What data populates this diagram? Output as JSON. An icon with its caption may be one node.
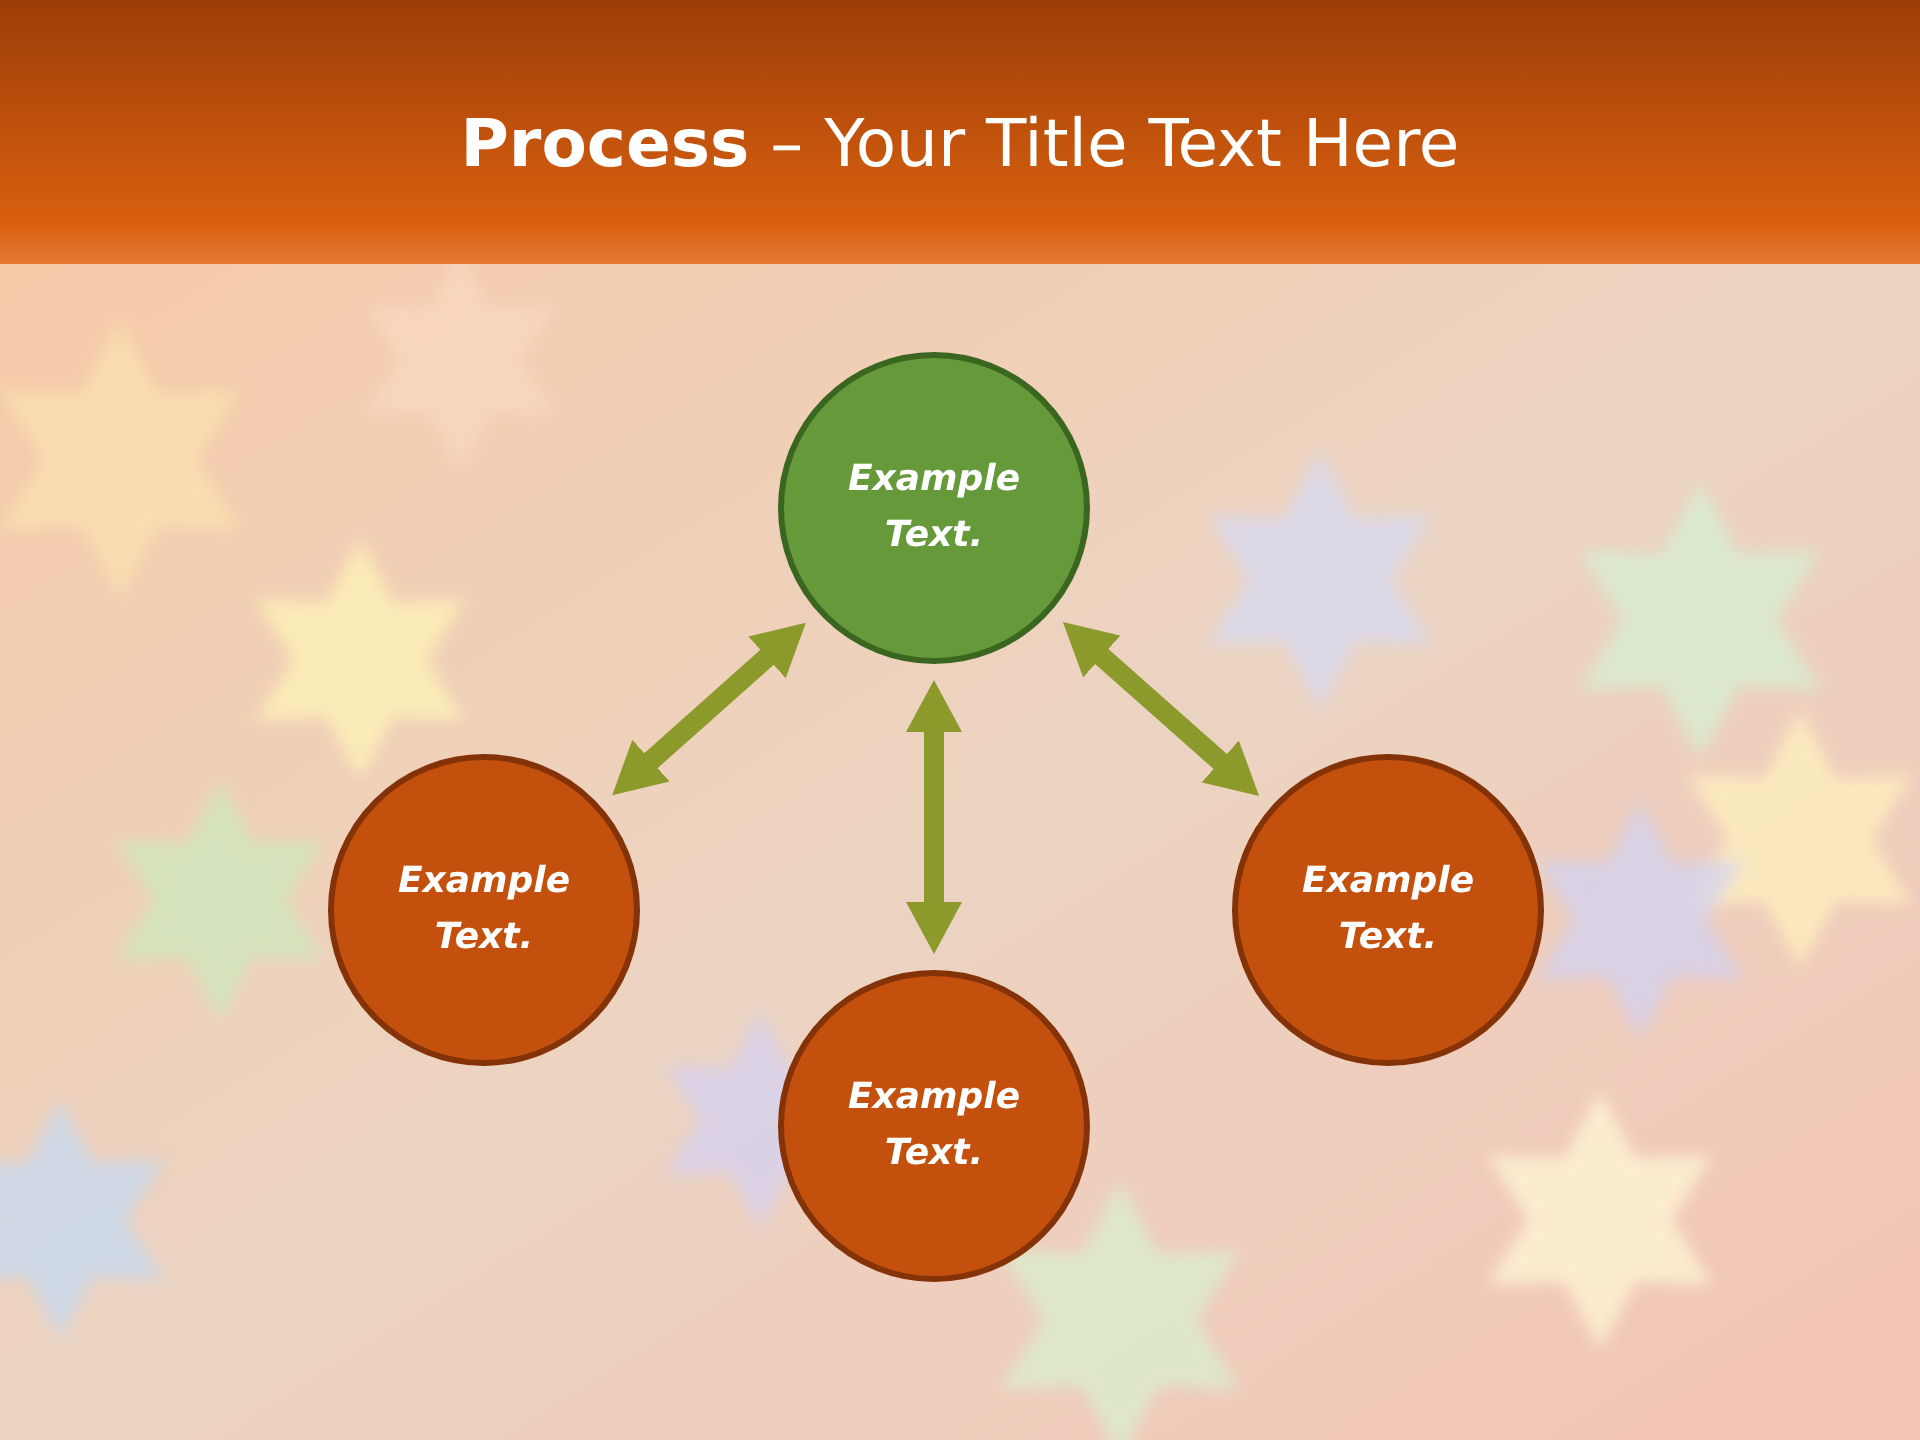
{
  "diagram": {
    "title": "**Process** – Your Title Text Here",
    "nodes": [
      {
        "text": [
          "Example Text."
        ]
      },
      {
        "text": [
          "Example Text."
        ]
      },
      {
        "text": [
          "Example Text."
        ]
      },
      {
        "text": [
          "Example Text."
        ]
      }
    ],
    "edges": [
      {
        "from": 1,
        "to": 0,
        "arrow": "both"
      },
      {
        "from": 0,
        "to": 3,
        "arrow": "both"
      },
      {
        "from": 0,
        "to": 2,
        "arrow": "both"
      }
    ]
  }
}
